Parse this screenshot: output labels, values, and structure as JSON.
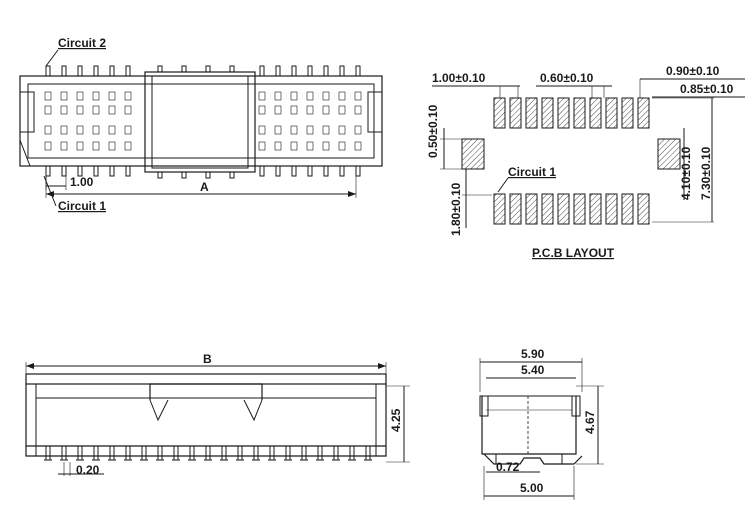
{
  "top_view": {
    "circuit_top": "Circuit 2",
    "circuit_bottom": "Circuit 1",
    "pitch": "1.00",
    "dim_a": "A"
  },
  "pcb_layout": {
    "title": "P.C.B LAYOUT",
    "pitch_1": "1.00±0.10",
    "pad_width": "0.60±0.10",
    "dim_090": "0.90±0.10",
    "dim_085": "0.85±0.10",
    "dim_050": "0.50±0.10",
    "dim_180": "1.80±0.10",
    "dim_410": "4.10±0.10",
    "dim_730": "7.30±0.10",
    "circuit": "Circuit 1"
  },
  "side_view": {
    "dim_b": "B",
    "height": "4.25",
    "lead": "0.20"
  },
  "end_view": {
    "width_outer": "5.90",
    "width_inner": "5.40",
    "height": "4.67",
    "foot": "0.72",
    "base": "5.00"
  }
}
